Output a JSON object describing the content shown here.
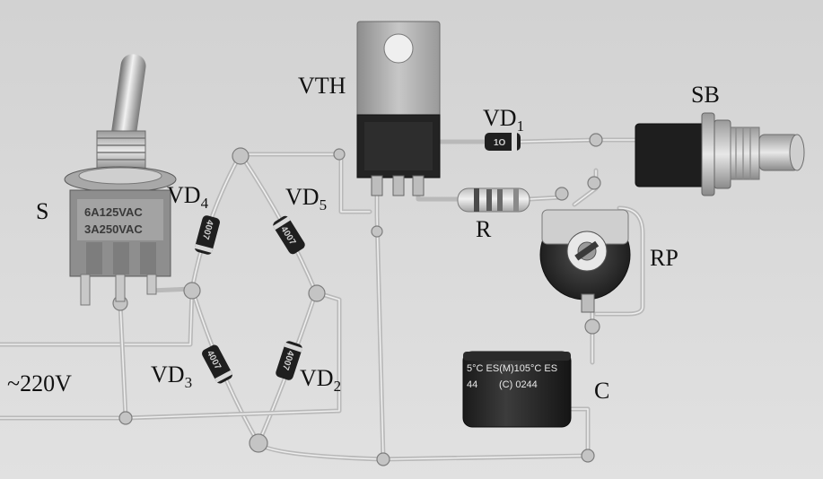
{
  "labels": {
    "VTH": "VTH",
    "VD1": {
      "base": "VD",
      "sub": "1"
    },
    "SB": "SB",
    "S": "S",
    "VD4": {
      "base": "VD",
      "sub": "4"
    },
    "VD5": {
      "base": "VD",
      "sub": "5"
    },
    "R": "R",
    "RP": "RP",
    "AC": "~220V",
    "VD3": {
      "base": "VD",
      "sub": "3"
    },
    "VD2": {
      "base": "VD",
      "sub": "2"
    },
    "C": "C"
  },
  "prints": {
    "switch_line1": "6A125VAC",
    "switch_line2": "3A250VAC",
    "cap_top": "5°C ES(M)105°C ES",
    "cap_left": "44",
    "cap_mid": "(C) 0244",
    "diode_vd1": "1O",
    "diode_vd4": "4007",
    "diode_vd5": "4007",
    "diode_vd3": "4007",
    "diode_vd2": "4007"
  }
}
